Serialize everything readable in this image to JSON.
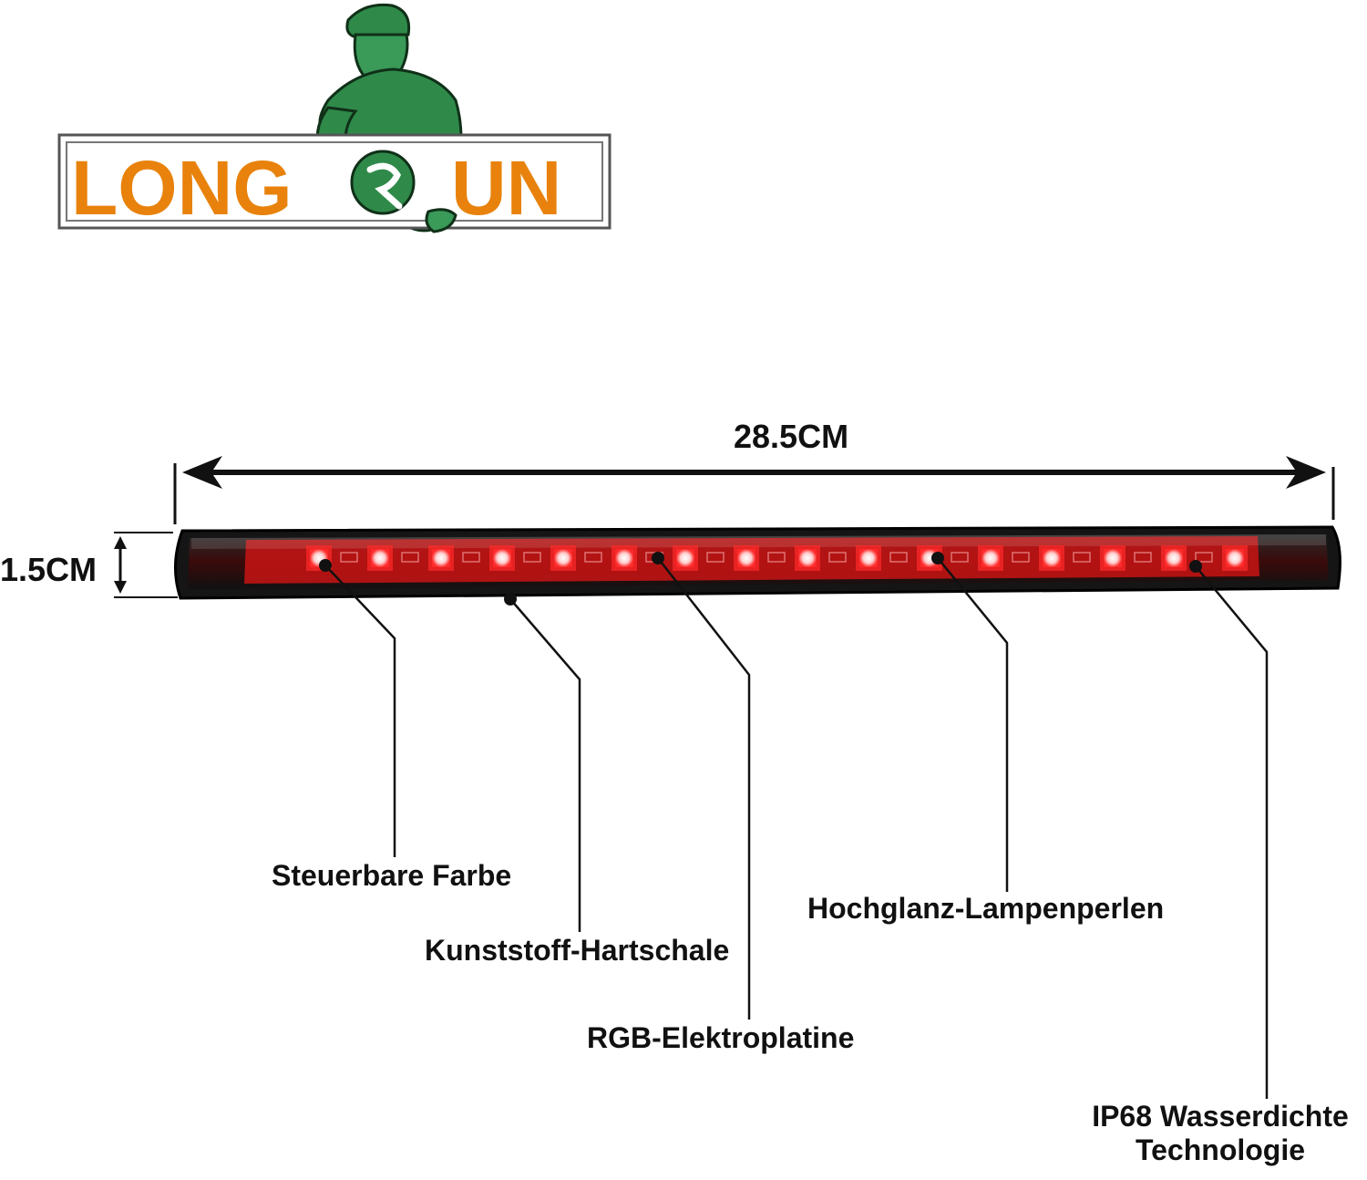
{
  "brand": {
    "left_text": "LONG",
    "right_text": "UN",
    "text_color": "#e8820c",
    "mascot_color": "#2f8a4a"
  },
  "dimensions": {
    "length": "28.5CM",
    "height": "1.5CM"
  },
  "product": {
    "led_color": "#ff2a2a",
    "housing_color": "#1a1a1a",
    "led_count": 16
  },
  "features": [
    {
      "id": "color",
      "label": "Steuerbare Farbe"
    },
    {
      "id": "shell",
      "label": "Kunststoff-Hartschale"
    },
    {
      "id": "pcb",
      "label": "RGB-Elektroplatine"
    },
    {
      "id": "beads",
      "label": "Hochglanz-Lampenperlen"
    },
    {
      "id": "ip68",
      "label_line1": "IP68 Wasserdichte",
      "label_line2": "Technologie"
    }
  ]
}
